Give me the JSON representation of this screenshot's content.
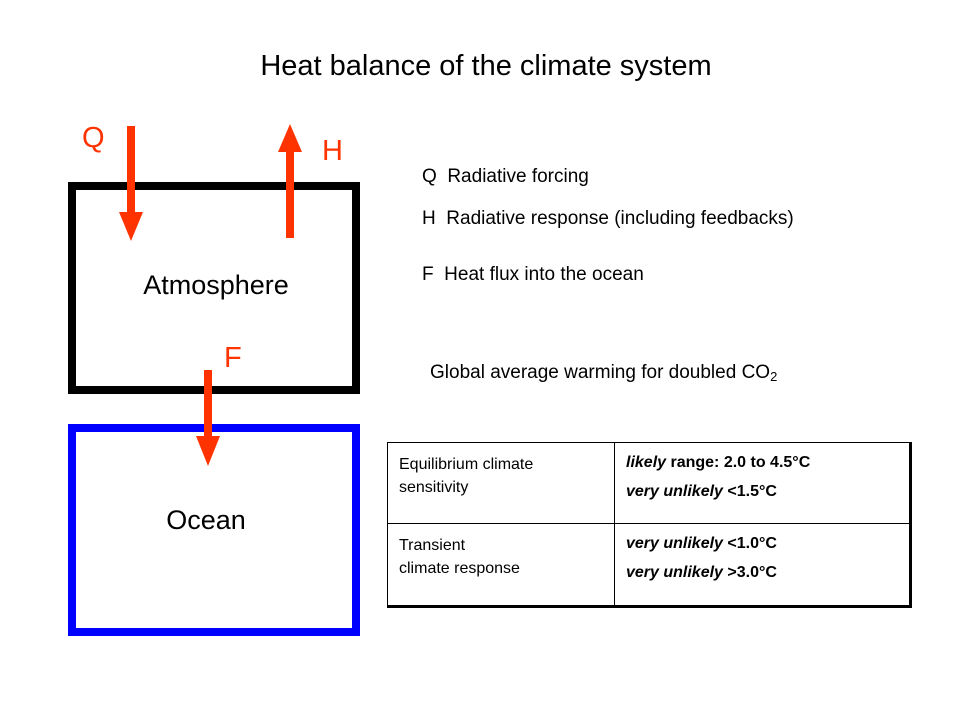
{
  "title": "Heat balance of the climate system",
  "colors": {
    "arrow": "#ff3300",
    "atmosphere_border": "#000000",
    "ocean_border": "#0000ff"
  },
  "diagram": {
    "atmosphere_label": "Atmosphere",
    "ocean_label": "Ocean",
    "arrows": {
      "q": "Q",
      "h": "H",
      "f": "F"
    }
  },
  "legend": {
    "q": "Q  Radiative forcing",
    "h": "H  Radiative response (including feedbacks)",
    "f": "F  Heat flux into the ocean"
  },
  "warming": {
    "text": "Global average warming for doubled CO",
    "subscript": "2"
  },
  "table": {
    "rows": [
      {
        "label_lines": [
          "Equilibrium climate",
          "sensitivity"
        ],
        "values": [
          {
            "qualifier": "likely",
            "text": " range: 2.0 to 4.5°C"
          },
          {
            "qualifier": "very unlikely",
            "text": " <1.5°C"
          }
        ]
      },
      {
        "label_lines": [
          "Transient",
          "climate response"
        ],
        "values": [
          {
            "qualifier": "very unlikely",
            "text": " <1.0°C"
          },
          {
            "qualifier": "very unlikely",
            "text": " >3.0°C"
          }
        ]
      }
    ]
  }
}
